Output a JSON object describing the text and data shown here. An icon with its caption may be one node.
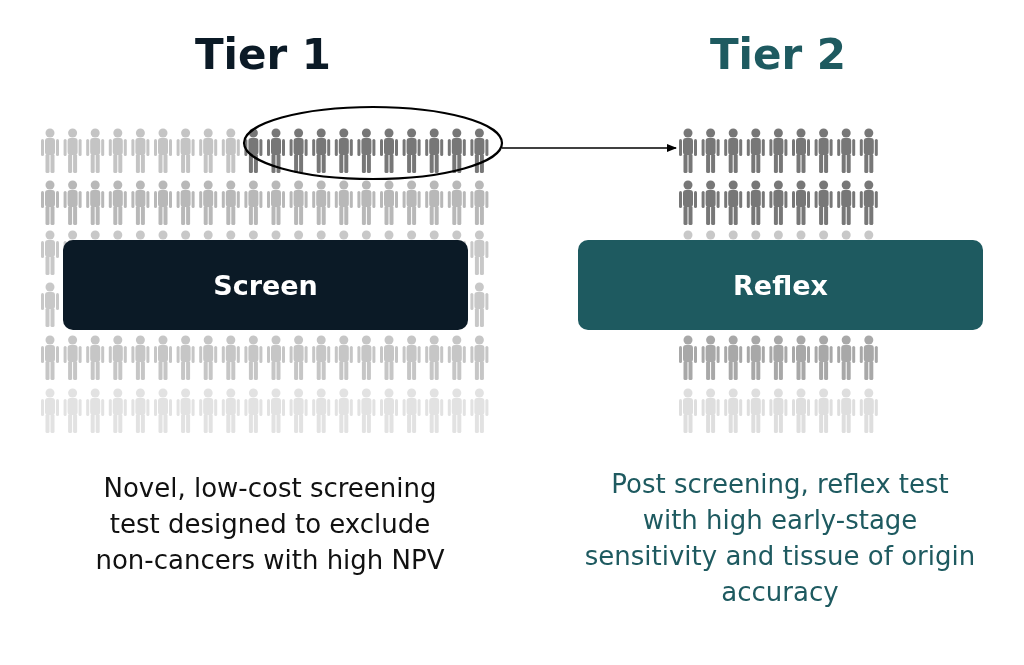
{
  "diagram": {
    "nodes": [
      {
        "text": [
          "Screen"
        ]
      },
      {
        "text": [
          "Reflex"
        ]
      },
      {
        "text": [],
        "shape": "ellipse"
      },
      {
        "text": [],
        "shape": "picture"
      }
    ],
    "edges": [
      {
        "from": 2,
        "to": 3,
        "arrow": "to"
      }
    ],
    "labels": [
      "Tier 1",
      "Tier 2",
      "Novel, low-cost screening test designed to exclude non-cancers with high NPV",
      "Post screening, reflex test with high early-stage sensitivity and tissue of origin accuracy"
    ]
  }
}
